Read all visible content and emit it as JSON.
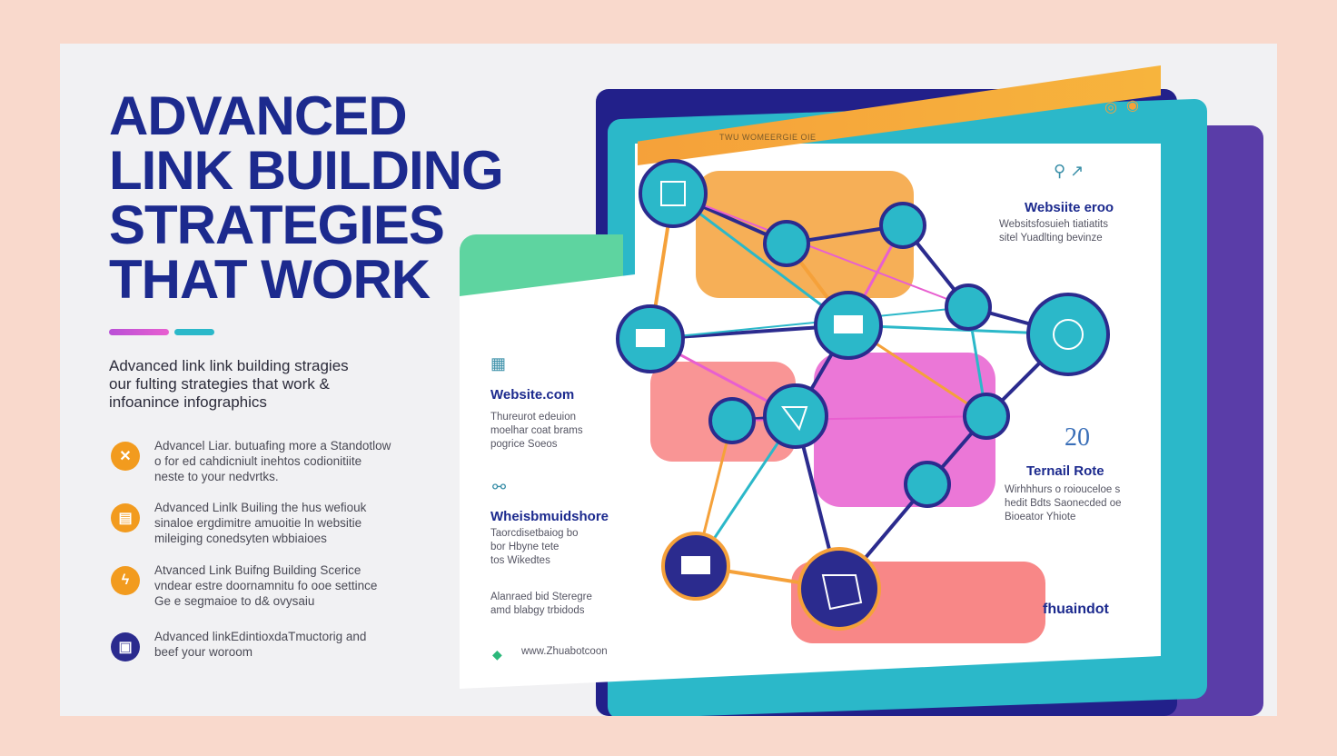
{
  "title_lines": [
    "ADVANCED",
    "LINK BUILDING",
    "STRATEGIES",
    "THAT WORK"
  ],
  "intro_lines": [
    "Advanced link link building stragies",
    "our fulting strategies that work  &",
    "infoanince infographics"
  ],
  "items": [
    {
      "icon": "x-icon",
      "color": "#f29b1e",
      "glyph": "✕",
      "lines": [
        "Advancel Liar. butuafing more a Standotlow",
        "o for ed cahdicniult inehtos codionitiite",
        "neste to your nedvrtks."
      ]
    },
    {
      "icon": "card-icon",
      "color": "#f29b1e",
      "glyph": "▤",
      "lines": [
        "Advanced Linlk Builing the hus wefiouk",
        "sinaloe ergdimitre amuoitie ln websitie",
        "mileiging conedsyten wbbiaioes"
      ]
    },
    {
      "icon": "lightning-icon",
      "color": "#f29b1e",
      "glyph": "ϟ",
      "lines": [
        "Atvanced Link Buifng Building Scerice",
        "vndear estre doornamnitu fo ooe settince",
        "Ge e segmaioe to d&  ovysaiu"
      ]
    },
    {
      "icon": "tv-icon",
      "color": "#2b2b8e",
      "glyph": "▣",
      "lines": [
        "Advanced linkEdintioxdaTmuctorig and",
        "beef your woroom"
      ]
    }
  ],
  "graphic": {
    "header_text": "TWU WOMEERGIE OIE",
    "mid_left": {
      "title": "Website.com",
      "lines": [
        "Thureurot edeuion",
        "moelhar coat brams",
        "pogrice Soeos"
      ]
    },
    "lower_left": {
      "title": "Wheisbmuidshore",
      "lines": [
        "Taorcdisetbaiog bo",
        "bor Hbyne tete",
        "tos Wikedtes"
      ]
    },
    "bottom_left": {
      "lines": [
        "Alanraed bid Steregre",
        "amd blabgy trbidods"
      ]
    },
    "footer_url": "www.Zhuabotcoon",
    "top_right": {
      "title": "Websiite eroo",
      "lines": [
        "Websitsfosuieh tiatiatits",
        "sitel Yuadlting bevinze"
      ]
    },
    "number": "20",
    "mid_right": {
      "title": "Ternail Rote",
      "lines": [
        "Wirhhhurs o roiouceloe s",
        "hedit Bdts Saonecded oe",
        "Bioeator Yhiote"
      ]
    },
    "brand": "fhuaindot"
  },
  "colors": {
    "navy": "#1c2a8e",
    "teal": "#2bb8c9",
    "orange": "#f5a13a",
    "pink": "#e85fd0",
    "coral": "#f77a7a",
    "purple": "#5a3da8",
    "green": "#5ed4a0"
  }
}
